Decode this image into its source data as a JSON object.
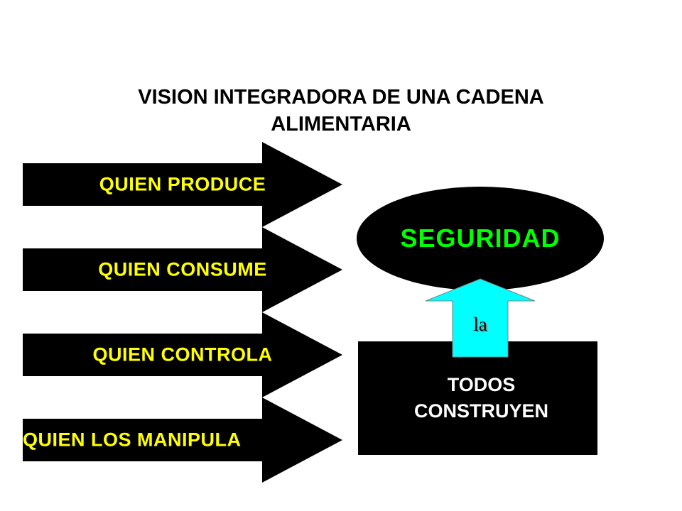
{
  "title_line1": "VISION INTEGRADORA DE UNA CADENA",
  "title_line2": "ALIMENTARIA",
  "arrows": [
    {
      "label": "QUIEN PRODUCE"
    },
    {
      "label": "QUIEN CONSUME"
    },
    {
      "label": "QUIEN CONTROLA"
    },
    {
      "label": "QUIEN LOS MANIPULA"
    }
  ],
  "goal": {
    "label": "SEGURIDAD"
  },
  "connector": {
    "label": "la"
  },
  "actor": {
    "line1": "TODOS",
    "line2": "CONSTRUYEN"
  },
  "colors": {
    "arrow_fill": "#000000",
    "arrow_text": "#ffff00",
    "goal_text": "#00ff00",
    "connector_fill": "#00ffff",
    "actor_text": "#ffffff"
  }
}
